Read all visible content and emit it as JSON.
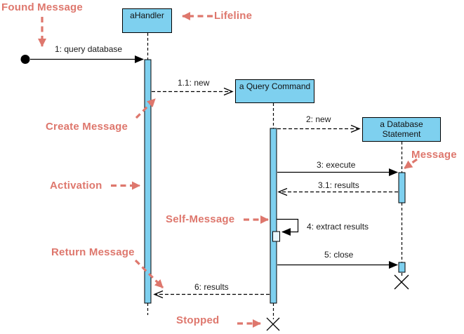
{
  "actors": [
    {
      "id": "ahandler",
      "label": "aHandler"
    },
    {
      "id": "query-command",
      "label": "a Query Command"
    },
    {
      "id": "database-statement",
      "label": "a Database Statement"
    }
  ],
  "messages": [
    {
      "id": "1",
      "label": "1: query database"
    },
    {
      "id": "1.1",
      "label": "1.1: new"
    },
    {
      "id": "2",
      "label": "2: new"
    },
    {
      "id": "3",
      "label": "3: execute"
    },
    {
      "id": "3.1",
      "label": "3.1: results"
    },
    {
      "id": "4",
      "label": "4: extract results"
    },
    {
      "id": "5",
      "label": "5: close"
    },
    {
      "id": "6",
      "label": "6: results"
    }
  ],
  "annotations": [
    {
      "label": "Found Message"
    },
    {
      "label": "Lifeline"
    },
    {
      "label": "Create Message"
    },
    {
      "label": "Activation"
    },
    {
      "label": "Message"
    },
    {
      "label": "Self-Message"
    },
    {
      "label": "Return Message"
    },
    {
      "label": "Stopped"
    }
  ],
  "colors": {
    "annotation": "#DE776D",
    "box_fill": "#7ED0EF",
    "box_border": "#000000",
    "line": "#000000"
  }
}
